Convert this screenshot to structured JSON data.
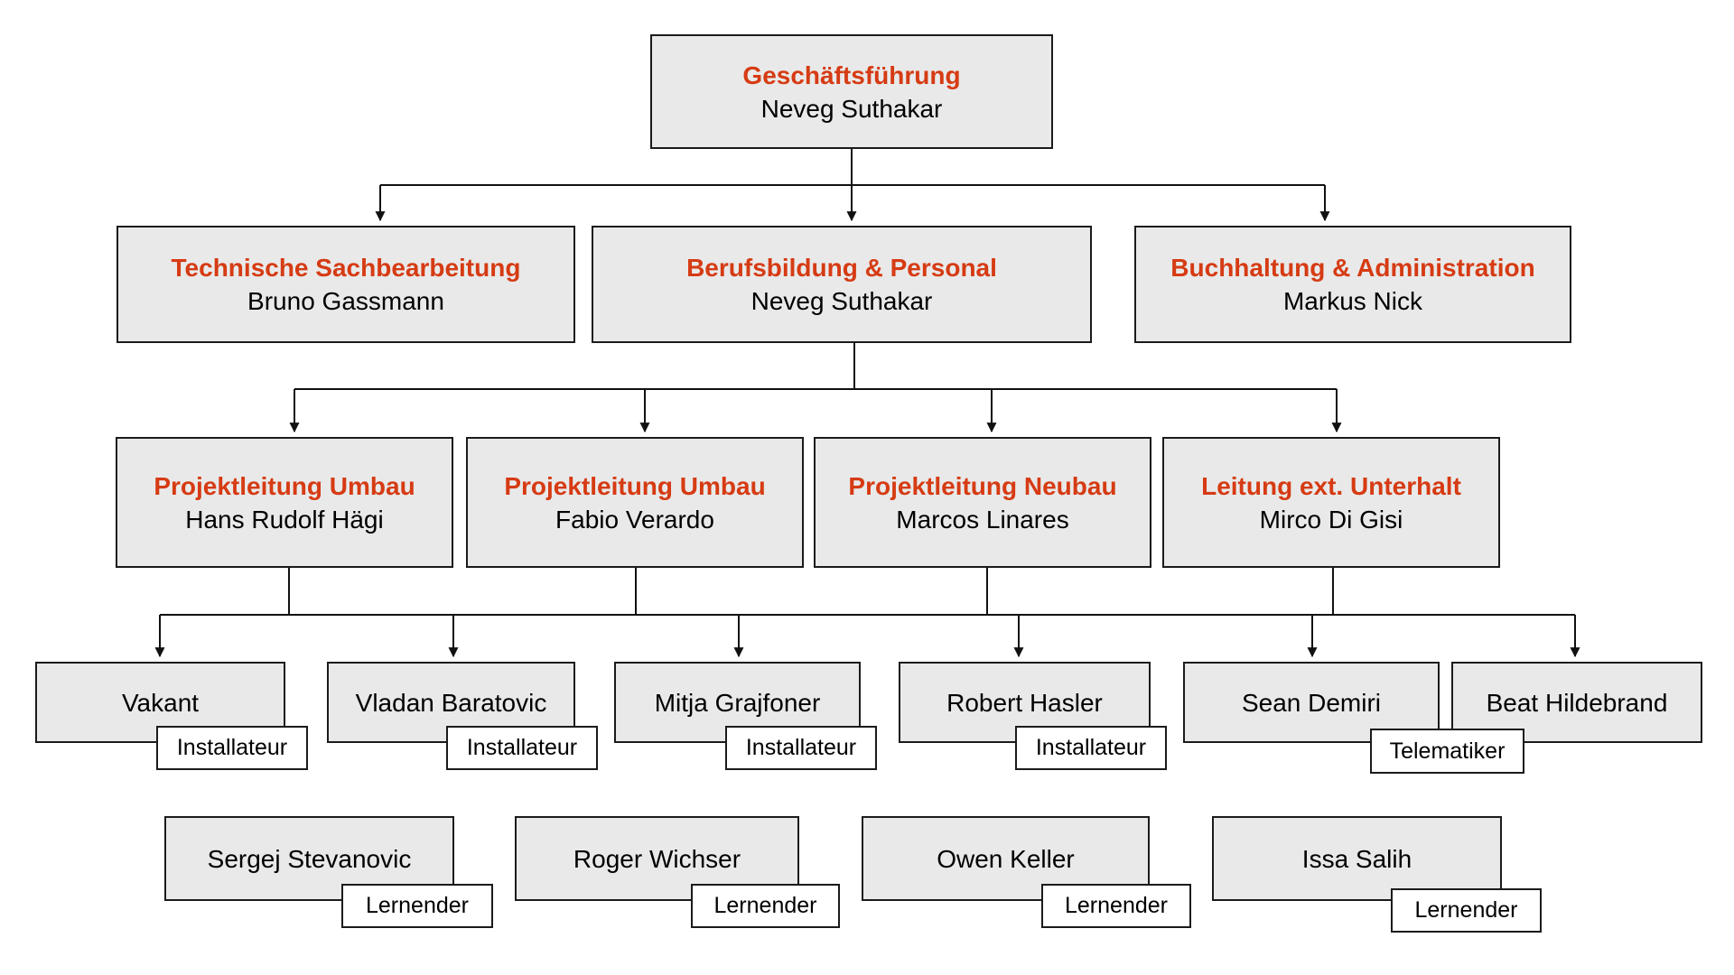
{
  "colors": {
    "box_fill": "#e9e9e9",
    "box_border": "#1b1b1b",
    "accent_red": "#d63b13",
    "text_black": "#000000",
    "line_color": "#111111"
  },
  "org": {
    "root": {
      "title": "Geschäftsführung",
      "name": "Neveg Suthakar"
    },
    "level2": [
      {
        "title": "Technische Sachbearbeitung",
        "name": "Bruno Gassmann"
      },
      {
        "title": "Berufsbildung & Personal",
        "name": "Neveg Suthakar"
      },
      {
        "title": "Buchhaltung & Administration",
        "name": "Markus Nick"
      }
    ],
    "level3": [
      {
        "title": "Projektleitung Umbau",
        "name": "Hans Rudolf Hägi"
      },
      {
        "title": "Projektleitung Umbau",
        "name": "Fabio Verardo"
      },
      {
        "title": "Projektleitung Neubau",
        "name": "Marcos Linares"
      },
      {
        "title": "Leitung ext. Unterhalt",
        "name": "Mirco Di Gisi"
      }
    ],
    "level4": [
      {
        "name": "Vakant",
        "role": "Installateur"
      },
      {
        "name": "Vladan Baratovic",
        "role": "Installateur"
      },
      {
        "name": "Mitja Grajfoner",
        "role": "Installateur"
      },
      {
        "name": "Robert Hasler",
        "role": "Installateur"
      },
      {
        "name": "Sean Demiri"
      },
      {
        "name": "Beat Hildebrand"
      }
    ],
    "shared_role": "Telematiker",
    "level5": [
      {
        "name": "Sergej Stevanovic",
        "role": "Lernender"
      },
      {
        "name": "Roger Wichser",
        "role": "Lernender"
      },
      {
        "name": "Owen Keller",
        "role": "Lernender"
      },
      {
        "name": "Issa Salih",
        "role": "Lernender"
      }
    ]
  }
}
